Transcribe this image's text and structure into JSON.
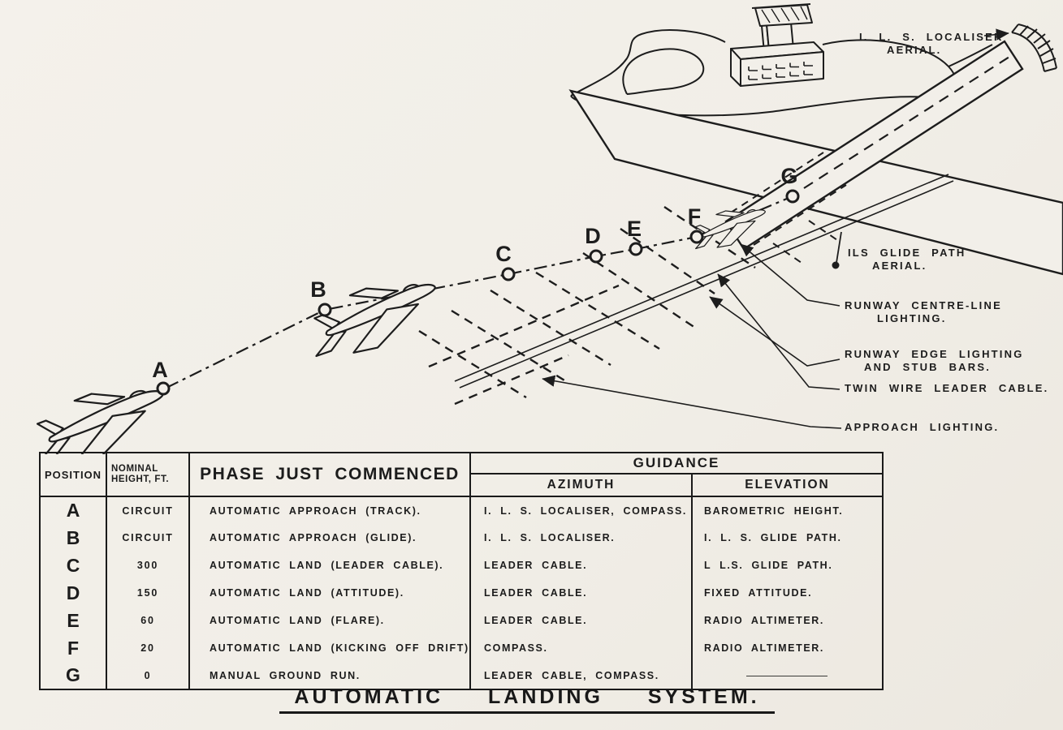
{
  "page": {
    "title": "AUTOMATIC LANDING SYSTEM.",
    "ink": "#1d1d1d",
    "paper": "#f2efe9"
  },
  "diagram": {
    "positions": [
      "A",
      "B",
      "C",
      "D",
      "E",
      "F",
      "G"
    ],
    "labels": {
      "localiser_1": "I. L. S. LOCALISER",
      "localiser_2": "AERIAL.",
      "glidepath_1": "ILS GLIDE PATH",
      "glidepath_2": "AERIAL.",
      "centreline_1": "RUNWAY CENTRE-LINE",
      "centreline_2": "LIGHTING.",
      "edge_1": "RUNWAY EDGE LIGHTING",
      "edge_2": "AND STUB BARS.",
      "twinwire": "TWIN WIRE LEADER CABLE.",
      "approach": "APPROACH LIGHTING."
    }
  },
  "table": {
    "headers": {
      "position": "POSITION",
      "nominal_1": "NOMINAL",
      "nominal_2": "HEIGHT, FT.",
      "phase": "PHASE JUST COMMENCED",
      "guidance": "GUIDANCE",
      "azimuth": "AZIMUTH",
      "elevation": "ELEVATION"
    },
    "rows": [
      {
        "pos": "A",
        "height": "CIRCUIT",
        "phase": "AUTOMATIC APPROACH (TRACK).",
        "azimuth": "I. L. S. LOCALISER, COMPASS.",
        "elevation": "BAROMETRIC HEIGHT."
      },
      {
        "pos": "B",
        "height": "CIRCUIT",
        "phase": "AUTOMATIC APPROACH (GLIDE).",
        "azimuth": "I. L. S. LOCALISER.",
        "elevation": "I. L. S. GLIDE PATH."
      },
      {
        "pos": "C",
        "height": "300",
        "phase": "AUTOMATIC LAND (LEADER CABLE).",
        "azimuth": "LEADER CABLE.",
        "elevation": "L L.S. GLIDE PATH."
      },
      {
        "pos": "D",
        "height": "150",
        "phase": "AUTOMATIC LAND (ATTITUDE).",
        "azimuth": "LEADER CABLE.",
        "elevation": "FIXED ATTITUDE."
      },
      {
        "pos": "E",
        "height": "60",
        "phase": "AUTOMATIC LAND (FLARE).",
        "azimuth": "LEADER CABLE.",
        "elevation": "RADIO ALTIMETER."
      },
      {
        "pos": "F",
        "height": "20",
        "phase": "AUTOMATIC LAND (KICKING OFF DRIFT).",
        "azimuth": "COMPASS.",
        "elevation": "RADIO ALTIMETER."
      },
      {
        "pos": "G",
        "height": "0",
        "phase": "MANUAL GROUND RUN.",
        "azimuth": "LEADER CABLE, COMPASS.",
        "elevation": "————————"
      }
    ]
  }
}
